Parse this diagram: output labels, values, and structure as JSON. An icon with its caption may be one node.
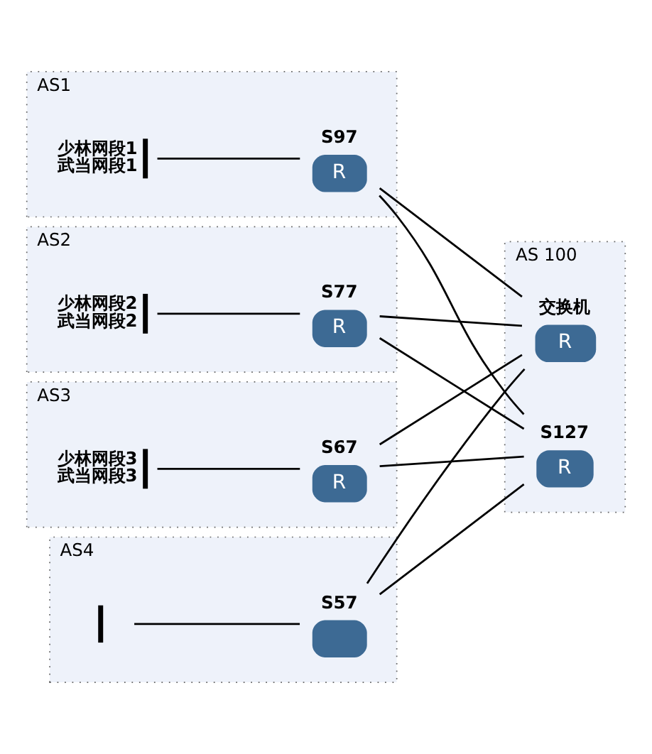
{
  "diagram": {
    "nodes": [
      {
        "text": [
          "AS1"
        ]
      },
      {
        "text": [],
        "shape": "bar",
        "in": 0,
        "beside": [
          "少林网段1",
          "武当网段1"
        ]
      },
      {
        "text": [
          "S97",
          "R"
        ],
        "in": 0
      },
      {
        "text": [
          "AS2"
        ]
      },
      {
        "text": [],
        "shape": "bar",
        "in": 3,
        "beside": [
          "少林网段2",
          "武当网段2"
        ]
      },
      {
        "text": [
          "S77",
          "R"
        ],
        "in": 3
      },
      {
        "text": [
          "AS3"
        ]
      },
      {
        "text": [],
        "shape": "bar",
        "in": 6,
        "beside": [
          "少林网段3",
          "武当网段3"
        ]
      },
      {
        "text": [
          "S67",
          "R"
        ],
        "in": 6
      },
      {
        "text": [
          "AS4"
        ]
      },
      {
        "text": [],
        "shape": "bar",
        "in": 9
      },
      {
        "text": [
          "S57"
        ],
        "in": 9
      },
      {
        "text": [
          "AS 100"
        ]
      },
      {
        "text": [
          "交换机",
          "R"
        ],
        "in": 12
      },
      {
        "text": [
          "S127",
          "R"
        ],
        "in": 12
      }
    ],
    "edges": [
      {
        "from": 1,
        "to": 2,
        "arrow": "none"
      },
      {
        "from": 2,
        "to": 13,
        "arrow": "none"
      },
      {
        "from": 2,
        "to": 14,
        "arrow": "none"
      },
      {
        "from": 4,
        "to": 5,
        "arrow": "none"
      },
      {
        "from": 5,
        "to": 13,
        "arrow": "none"
      },
      {
        "from": 5,
        "to": 14,
        "arrow": "none"
      },
      {
        "from": 7,
        "to": 8,
        "arrow": "none"
      },
      {
        "from": 8,
        "to": 13,
        "arrow": "none"
      },
      {
        "from": 8,
        "to": 14,
        "arrow": "none"
      },
      {
        "from": 10,
        "to": 11,
        "arrow": "none"
      },
      {
        "from": 11,
        "to": 13,
        "arrow": "none"
      },
      {
        "from": 11,
        "to": 14,
        "arrow": "none"
      }
    ]
  }
}
